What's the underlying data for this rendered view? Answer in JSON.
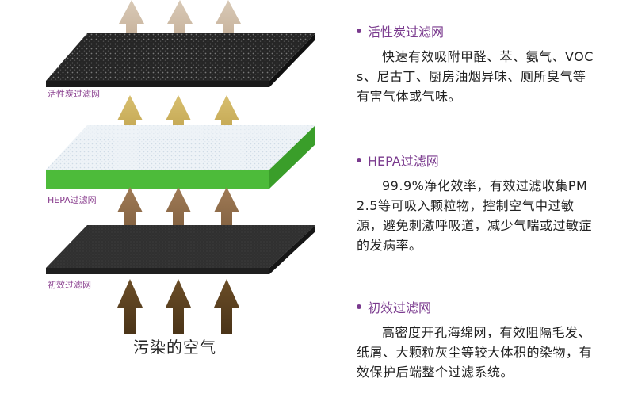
{
  "layers": [
    {
      "label": "活性炭过滤网",
      "title": "活性炭过滤网",
      "description": "快速有效吸附甲醛、苯、氨气、VOCs、尼古丁、厨房油烟异味、厕所臭气等有害气体或气味。",
      "arrow_color": "#c8b39b",
      "panel_color": "#2b2b2b"
    },
    {
      "label": "HEPA过滤网",
      "title": "HEPA过滤网",
      "description": "99.9%净化效率，有效过滤收集PM2.5等可吸入颗粒物，控制空气中过敏源，避免刺激呼吸道，减少气喘或过敏症的发病率。",
      "arrow_color": "#c9ad5a",
      "panel_color": "#4dbb3a"
    },
    {
      "label": "初效过滤网",
      "title": "初效过滤网",
      "description": "高密度开孔海绵网，有效阻隔毛发、纸屑、大颗粒灰尘等较大体积的染物，有效保护后端整个过滤系统。",
      "arrow_color": "#8d6b4a",
      "panel_color": "#333333"
    }
  ],
  "bottom_arrow_color": "#5a4120",
  "bottom_caption": "污染的空气",
  "accent_color": "#7a3a8e"
}
